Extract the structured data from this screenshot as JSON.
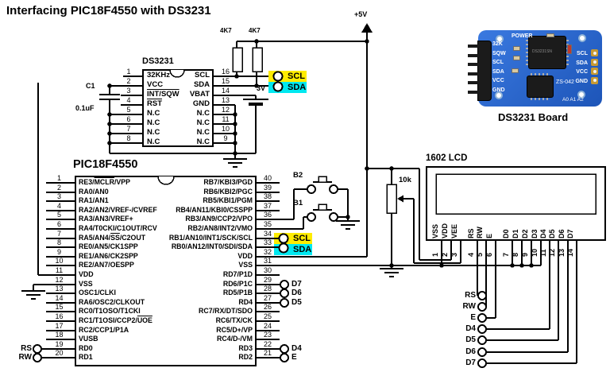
{
  "title": "Interfacing PIC18F4550 with DS3231",
  "power": {
    "v5_label": "+5V",
    "r1_label": "4K7",
    "r2_label": "4K7",
    "cap_name": "C1",
    "cap_value": "0.1uF",
    "battery_label": "3V",
    "pot_label": "10k"
  },
  "nets": {
    "scl": "SCL",
    "sda": "SDA"
  },
  "buttons": {
    "b1": "B1",
    "b2": "B2"
  },
  "ds3231": {
    "name": "DS3231",
    "left_pins": [
      {
        "num": "1",
        "label": "32KHz"
      },
      {
        "num": "2",
        "label": "VCC"
      },
      {
        "num": "3",
        "label": "INT/SQW",
        "overline": true
      },
      {
        "num": "4",
        "label": "RST",
        "overline": true
      },
      {
        "num": "5",
        "label": "N.C"
      },
      {
        "num": "6",
        "label": "N.C"
      },
      {
        "num": "7",
        "label": "N.C"
      },
      {
        "num": "8",
        "label": "N.C"
      }
    ],
    "right_pins": [
      {
        "num": "16",
        "label": "SCL"
      },
      {
        "num": "15",
        "label": "SDA"
      },
      {
        "num": "14",
        "label": "VBAT"
      },
      {
        "num": "13",
        "label": "GND"
      },
      {
        "num": "12",
        "label": "N.C"
      },
      {
        "num": "11",
        "label": "N.C"
      },
      {
        "num": "10",
        "label": "N.C"
      },
      {
        "num": "9",
        "label": "N.C"
      }
    ]
  },
  "pic": {
    "name": "PIC18F4550",
    "left_pins": [
      {
        "num": "1",
        "parts": [
          {
            "t": "RE3/"
          },
          {
            "t": "MCLR",
            "o": true
          },
          {
            "t": "/VPP"
          }
        ]
      },
      {
        "num": "2",
        "parts": [
          {
            "t": "RA0/AN0"
          }
        ]
      },
      {
        "num": "3",
        "parts": [
          {
            "t": "RA1/AN1"
          }
        ]
      },
      {
        "num": "4",
        "parts": [
          {
            "t": "RA2/AN2/VREF-/CVREF"
          }
        ]
      },
      {
        "num": "5",
        "parts": [
          {
            "t": "RA3/AN3/VREF+"
          }
        ]
      },
      {
        "num": "6",
        "parts": [
          {
            "t": "RA4/T0CKI/C1OUT/RCV"
          }
        ]
      },
      {
        "num": "7",
        "parts": [
          {
            "t": "RA5/AN4/"
          },
          {
            "t": "SS",
            "o": true
          },
          {
            "t": "/C2OUT"
          }
        ]
      },
      {
        "num": "8",
        "parts": [
          {
            "t": "RE0/AN5/CK1SPP"
          }
        ]
      },
      {
        "num": "9",
        "parts": [
          {
            "t": "RE1/AN6/CK2SPP"
          }
        ]
      },
      {
        "num": "10",
        "parts": [
          {
            "t": "RE2/AN7/OESPP"
          }
        ]
      },
      {
        "num": "11",
        "parts": [
          {
            "t": "VDD"
          }
        ]
      },
      {
        "num": "12",
        "parts": [
          {
            "t": "VSS"
          }
        ]
      },
      {
        "num": "13",
        "parts": [
          {
            "t": "OSC1/CLKI"
          }
        ]
      },
      {
        "num": "14",
        "parts": [
          {
            "t": "RA6/OSC2/CLKOUT"
          }
        ]
      },
      {
        "num": "15",
        "parts": [
          {
            "t": "RC0/T1OSO/T1CKI"
          }
        ]
      },
      {
        "num": "16",
        "parts": [
          {
            "t": "RC1/T1OSI/CCP2/"
          },
          {
            "t": "UOE",
            "o": true
          }
        ]
      },
      {
        "num": "17",
        "parts": [
          {
            "t": "RC2/CCP1/P1A"
          }
        ]
      },
      {
        "num": "18",
        "parts": [
          {
            "t": "VUSB"
          }
        ]
      },
      {
        "num": "19",
        "parts": [
          {
            "t": "RD0"
          }
        ]
      },
      {
        "num": "20",
        "parts": [
          {
            "t": "RD1"
          }
        ]
      }
    ],
    "right_pins": [
      {
        "num": "40",
        "parts": [
          {
            "t": "RB7/KBI3/PGD"
          }
        ]
      },
      {
        "num": "39",
        "parts": [
          {
            "t": "RB6/KBI2/PGC"
          }
        ]
      },
      {
        "num": "38",
        "parts": [
          {
            "t": "RB5/KBI1/PGM"
          }
        ]
      },
      {
        "num": "37",
        "parts": [
          {
            "t": "RB4/AN11/KBI0/CSSPP"
          }
        ]
      },
      {
        "num": "36",
        "parts": [
          {
            "t": "RB3/AN9/CCP2/VPO"
          }
        ]
      },
      {
        "num": "35",
        "parts": [
          {
            "t": "RB2/AN8/INT2/VMO"
          }
        ]
      },
      {
        "num": "34",
        "parts": [
          {
            "t": "RB1/AN10/INT1/SCK/SCL"
          }
        ]
      },
      {
        "num": "33",
        "parts": [
          {
            "t": "RB0/AN12/INT0/SDI/SDA"
          }
        ]
      },
      {
        "num": "32",
        "parts": [
          {
            "t": "VDD"
          }
        ]
      },
      {
        "num": "31",
        "parts": [
          {
            "t": "VSS"
          }
        ]
      },
      {
        "num": "30",
        "parts": [
          {
            "t": "RD7/P1D"
          }
        ]
      },
      {
        "num": "29",
        "parts": [
          {
            "t": "RD6/P1C"
          }
        ]
      },
      {
        "num": "28",
        "parts": [
          {
            "t": "RD5/P1B"
          }
        ]
      },
      {
        "num": "27",
        "parts": [
          {
            "t": "RD4"
          }
        ]
      },
      {
        "num": "26",
        "parts": [
          {
            "t": "RC7/RX/DT/SDO"
          }
        ]
      },
      {
        "num": "25",
        "parts": [
          {
            "t": "RC6/TX/CK"
          }
        ]
      },
      {
        "num": "24",
        "parts": [
          {
            "t": "RC5/D+/VP"
          }
        ]
      },
      {
        "num": "23",
        "parts": [
          {
            "t": "RC4/D-/VM"
          }
        ]
      },
      {
        "num": "22",
        "parts": [
          {
            "t": "RD3"
          }
        ]
      },
      {
        "num": "21",
        "parts": [
          {
            "t": "RD2"
          }
        ]
      }
    ]
  },
  "lcd": {
    "name": "1602 LCD",
    "pins": [
      {
        "num": "1",
        "label": "VSS"
      },
      {
        "num": "2",
        "label": "VDD"
      },
      {
        "num": "3",
        "label": "VEE"
      },
      {
        "num": "4",
        "label": "RS"
      },
      {
        "num": "5",
        "label": "RW"
      },
      {
        "num": "6",
        "label": "E"
      },
      {
        "num": "7",
        "label": "D0"
      },
      {
        "num": "8",
        "label": "D1"
      },
      {
        "num": "9",
        "label": "D2"
      },
      {
        "num": "10",
        "label": "D3"
      },
      {
        "num": "11",
        "label": "D4"
      },
      {
        "num": "12",
        "label": "D5"
      },
      {
        "num": "13",
        "label": "D6"
      },
      {
        "num": "14",
        "label": "D7"
      }
    ]
  },
  "connectors": {
    "pic_left": [
      "RS",
      "RW"
    ],
    "pic_right": [
      "D7",
      "D6",
      "D5",
      "D4",
      "E"
    ],
    "lcd_side": [
      "RS",
      "RW",
      "E",
      "D4",
      "D5",
      "D6",
      "D7"
    ]
  },
  "board": {
    "caption": "DS3231 Board",
    "power_label": "POWER",
    "left_pins": [
      "32K",
      "SQW",
      "SCL",
      "SDA",
      "VCC",
      "GND"
    ],
    "right_pins": [
      "SCL",
      "SDA",
      "VCC",
      "GND"
    ],
    "silkscreen": "ZS-042",
    "address_label": "A0 A1 A2",
    "chip_label": "DS3231SN"
  },
  "colors": {
    "scl_highlight": "#ffec00",
    "sda_highlight": "#00e8f0",
    "wire": "#000000",
    "board_blue_light": "#3a79e0",
    "board_blue_dark": "#1d55b8"
  }
}
